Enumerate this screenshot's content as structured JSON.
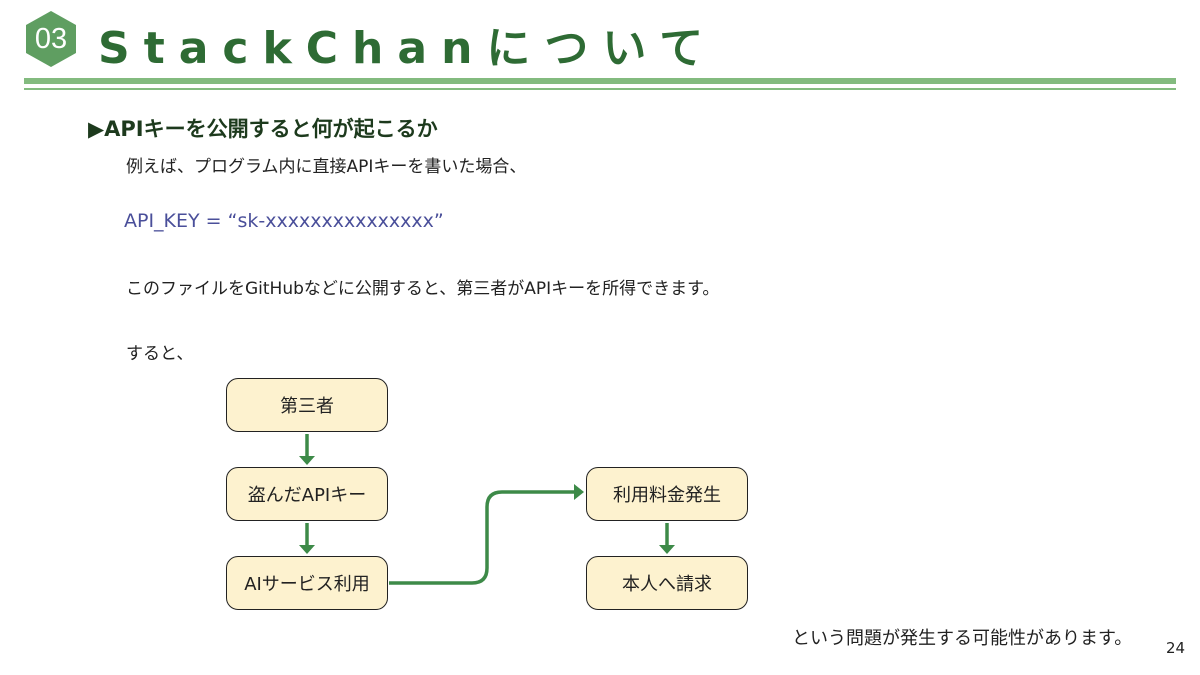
{
  "header": {
    "section_number": "03",
    "title": "StackChanについて"
  },
  "content": {
    "heading": "APIキーを公開すると何が起こるか",
    "heading_marker": "▶",
    "example_text": "例えば、プログラム内に直接APIキーを書いた場合、",
    "code_line": "API_KEY = “sk-xxxxxxxxxxxxxxx”",
    "publish_text": "このファイルをGitHubなどに公開すると、第三者がAPIキーを所得できます。",
    "then_text": "すると、"
  },
  "flowchart": {
    "nodes": [
      {
        "label": "第三者"
      },
      {
        "label": "盗んだAPIキー"
      },
      {
        "label": "AIサービス利用"
      },
      {
        "label": "利用料金発生"
      },
      {
        "label": "本人へ請求"
      }
    ]
  },
  "conclusion": "という問題が発生する可能性があります。",
  "page_number": "24",
  "colors": {
    "accent_green": "#2e6b34",
    "hex_fill": "#5f9e61",
    "rule_green": "#83bb7f",
    "node_fill": "#fdf2cf",
    "arrow_green": "#3d8a48",
    "code_blue": "#4a4f9a"
  }
}
